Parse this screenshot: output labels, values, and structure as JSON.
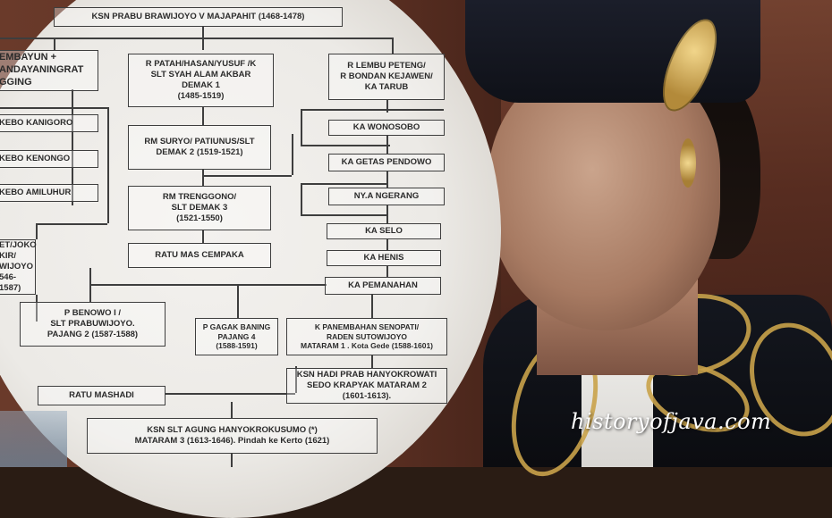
{
  "boxes": {
    "top": "KSN PRABU BRAWIJOYO V MAJAPAHIT (1468-1478)",
    "left_a": "EMBAYUN +\nANDAYANINGRAT\nGGING",
    "kebo1": "KEBO KANIGORO",
    "kebo2": "KEBO KENONGO",
    "kebo3": "KEBO AMILUHUR",
    "joko": "ET/JOKO\nKIR/\nWIJOYO\n546-1587)",
    "patah": "R PATAH/HASAN/YUSUF /K\nSLT SYAH ALAM AKBAR\nDEMAK 1\n(1485-1519)",
    "suryo": "RM SURYO/ PATIUNUS/SLT\nDEMAK 2 (1519-1521)",
    "trenggono": "RM TRENGGONO/\nSLT DEMAK 3\n(1521-1550)",
    "cempaka": "RATU MAS CEMPAKA",
    "benowo": "P BENOWO I /\nSLT PRABUWIJOYO.\nPAJANG 2 (1587-1588)",
    "gagak": "P GAGAK BANING\nPAJANG 4\n(1588-1591)",
    "senopati": "K PANEMBAHAN SENOPATI/\nRADEN SUTOWIJOYO\nMATARAM 1 . Kota Gede (1588-1601)",
    "hanyokrowati": "KSN HADI PRAB HANYOKROWATI\nSEDO KRAPYAK MATARAM 2\n(1601-1613).",
    "mashadi": "RATU MASHADI",
    "agung": "KSN SLT AGUNG HANYOKROKUSUMO (*)\nMATARAM 3 (1613-1646). Pindah ke Kerto (1621)",
    "lembu": "R LEMBU PETENG/\nR BONDAN KEJAWEN/\nKA TARUB",
    "wonosobo": "KA WONOSOBO",
    "getas": "KA GETAS PENDOWO",
    "ngerang": "NY.A NGERANG",
    "selo": "KA SELO",
    "henis": "KA HENIS",
    "pemanahan": "KA PEMANAHAN"
  },
  "watermark": "historyofjava.com",
  "colors": {
    "paper": "#eceae6",
    "ink": "#3e3e3e",
    "gold": "#c9a24a"
  }
}
